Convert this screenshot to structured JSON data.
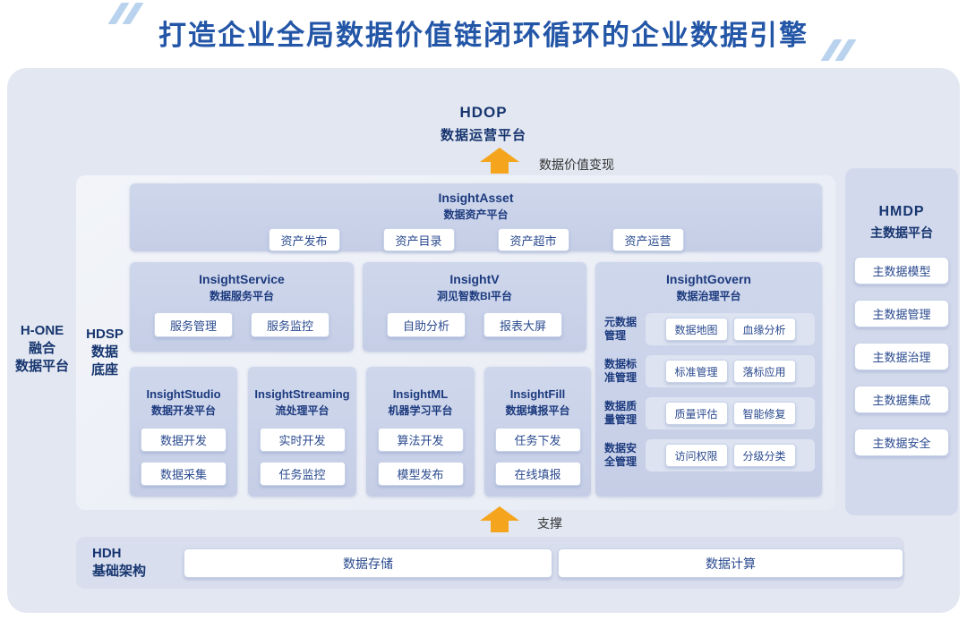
{
  "title": "打造企业全局数据价值链闭环循环的企业数据引擎",
  "colors": {
    "title_blue": "#2356a7",
    "dark_navy": "#16356f",
    "chip_text_blue": "#2a4a8f",
    "arrow_orange": "#f5a51d",
    "block_bg": "#c9d1e7",
    "container_bg": "#e3e7f1"
  },
  "hdop": {
    "name": "HDOP",
    "subtitle": "数据运营平台"
  },
  "top_arrow_label": "数据价值变现",
  "bottom_arrow_label": "支撑",
  "hone_label": {
    "line1": "H-ONE",
    "line2": "融合",
    "line3": "数据平台"
  },
  "hdsp_label": {
    "line1": "HDSP",
    "line2": "数据",
    "line3": "底座"
  },
  "asset": {
    "name": "InsightAsset",
    "subtitle": "数据资产平台",
    "buttons": [
      "资产发布",
      "资产目录",
      "资产超市",
      "资产运营"
    ]
  },
  "service": {
    "name": "InsightService",
    "subtitle": "数据服务平台",
    "buttons": [
      "服务管理",
      "服务监控"
    ]
  },
  "bi": {
    "name": "InsightV",
    "subtitle": "洞见智数BI平台",
    "buttons": [
      "自助分析",
      "报表大屏"
    ]
  },
  "govern": {
    "name": "InsightGovern",
    "subtitle": "数据治理平台",
    "rows": [
      {
        "label1": "元数据",
        "label2": "管理",
        "buttons": [
          "数据地图",
          "血缘分析"
        ]
      },
      {
        "label1": "数据标",
        "label2": "准管理",
        "buttons": [
          "标准管理",
          "落标应用"
        ]
      },
      {
        "label1": "数据质",
        "label2": "量管理",
        "buttons": [
          "质量评估",
          "智能修复"
        ]
      },
      {
        "label1": "数据安",
        "label2": "全管理",
        "buttons": [
          "访问权限",
          "分级分类"
        ]
      }
    ]
  },
  "studio": {
    "name": "InsightStudio",
    "subtitle": "数据开发平台",
    "buttons": [
      "数据开发",
      "数据采集"
    ]
  },
  "streaming": {
    "name": "InsightStreaming",
    "subtitle": "流处理平台",
    "buttons": [
      "实时开发",
      "任务监控"
    ]
  },
  "ml": {
    "name": "InsightML",
    "subtitle": "机器学习平台",
    "buttons": [
      "算法开发",
      "模型发布"
    ]
  },
  "fill": {
    "name": "InsightFill",
    "subtitle": "数据填报平台",
    "buttons": [
      "任务下发",
      "在线填报"
    ]
  },
  "hmdp": {
    "name": "HMDP",
    "subtitle": "主数据平台",
    "buttons": [
      "主数据模型",
      "主数据管理",
      "主数据治理",
      "主数据集成",
      "主数据安全"
    ]
  },
  "hdh": {
    "name": "HDH",
    "subtitle": "基础架构",
    "buttons": [
      "数据存储",
      "数据计算"
    ]
  }
}
